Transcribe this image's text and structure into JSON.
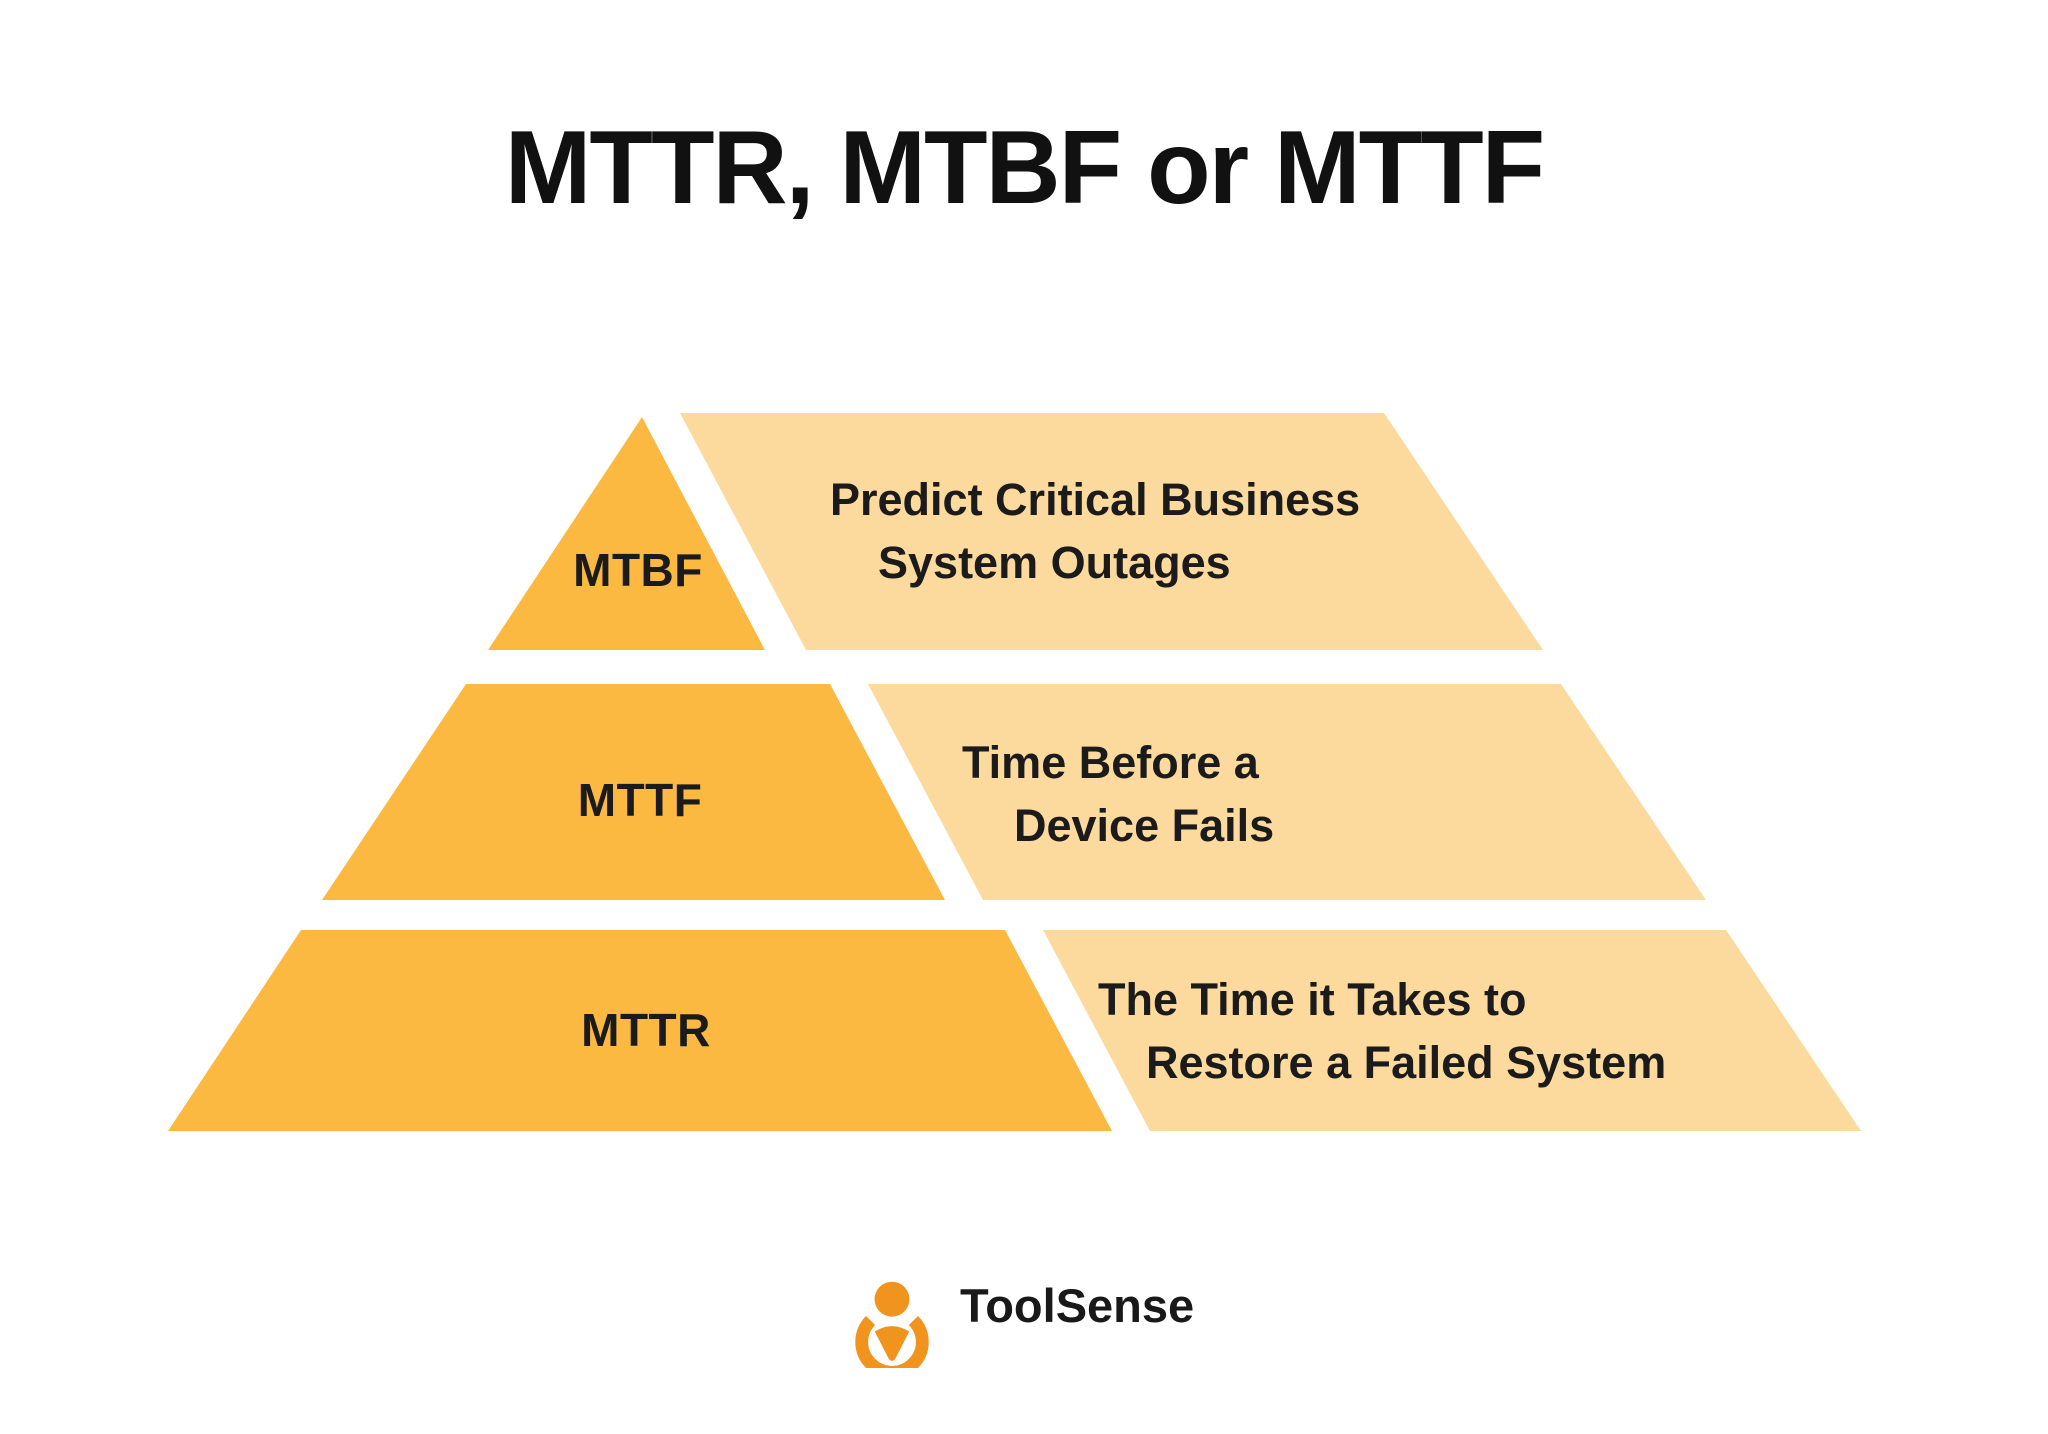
{
  "title": "MTTR, MTBF or MTTF",
  "pyramid": {
    "levels": [
      {
        "label": "MTBF",
        "description_line1": "Predict Critical Business",
        "description_line2": "System Outages"
      },
      {
        "label": "MTTF",
        "description_line1": "Time Before a",
        "description_line2": "Device Fails"
      },
      {
        "label": "MTTR",
        "description_line1": "The Time it Takes to",
        "description_line2": "Restore a Failed System"
      }
    ]
  },
  "colors": {
    "level_shape": "#FBB942",
    "description_shape": "#FCD99C",
    "text_dark": "#1B1B1B",
    "logo_orange": "#F0941E",
    "background": "#FFFFFF"
  },
  "footer": {
    "brand": "ToolSense",
    "logo_icon": "map-pin-target-icon"
  }
}
